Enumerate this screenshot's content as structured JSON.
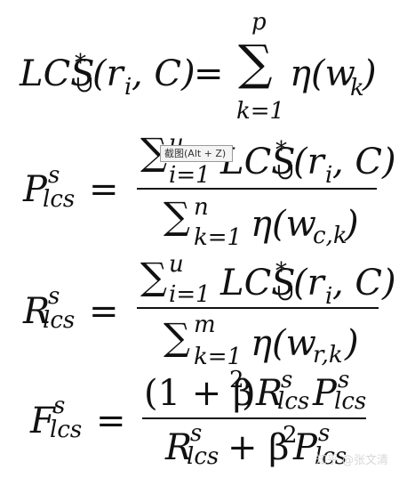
{
  "equations": {
    "lcs": {
      "lhs_main": "LCS",
      "lhs_sup": "*",
      "lhs_sub": "∪",
      "lhs_args": "(r",
      "lhs_args_sub": "i",
      "lhs_args_tail": ", C)",
      "eq": "=",
      "sigma": "∑",
      "sigma_top": "p",
      "sigma_bottom": "k=1",
      "rhs": "η(w",
      "rhs_sub": "k",
      "rhs_tail": ")"
    },
    "precision": {
      "lhs": "P",
      "lhs_sup": "s",
      "lhs_sub": "lcs",
      "eq": "=",
      "num_sigma_top": "u",
      "num_sigma_bottom": "i=1",
      "num_main": "LCS",
      "num_sup": "*",
      "num_sub": "∪",
      "num_args": "(r",
      "num_args_sub": "i",
      "num_args_tail": ", C)",
      "den_sigma_top": "n",
      "den_sigma_bottom": "k=1",
      "den_main": "η(w",
      "den_sub": "c,k",
      "den_tail": ")"
    },
    "recall": {
      "lhs": "R",
      "lhs_sup": "s",
      "lhs_sub": "lcs",
      "eq": "=",
      "num_sigma_top": "u",
      "num_sigma_bottom": "i=1",
      "num_main": "LCS",
      "num_sup": "*",
      "num_sub": "∪",
      "num_args": "(r",
      "num_args_sub": "i",
      "num_args_tail": ", C)",
      "den_sigma_top": "m",
      "den_sigma_bottom": "k=1",
      "den_main": "η(w",
      "den_sub": "r,k",
      "den_tail": ")"
    },
    "fscore": {
      "lhs": "F",
      "lhs_sup": "s",
      "lhs_sub": "lcs",
      "eq": "=",
      "num_prefix": "(1 + β",
      "num_prefix_sup": "2",
      "num_prefix_tail": ")",
      "num_r": "R",
      "num_r_sup": "s",
      "num_r_sub": "lcs",
      "num_p": "P",
      "num_p_sup": "s",
      "num_p_sub": "lcs",
      "den_r": "R",
      "den_r_sup": "s",
      "den_r_sub": "lcs",
      "den_plus": "+ β",
      "den_plus_sup": "2",
      "den_p": "P",
      "den_p_sup": "s",
      "den_p_sub": "lcs"
    }
  },
  "tooltip": {
    "text": "截图(Alt + Z)"
  },
  "watermark": {
    "text": "知乎 @张文清"
  }
}
